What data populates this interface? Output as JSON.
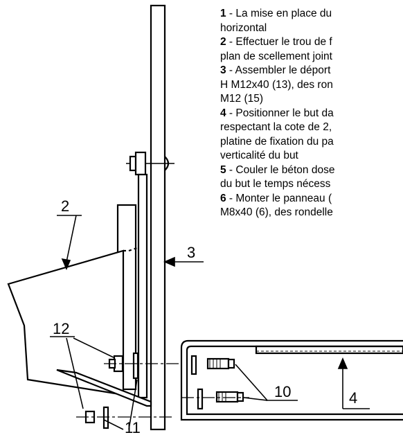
{
  "instructions": [
    {
      "num": "1",
      "lines": [
        " - La mise en place du",
        "horizontal"
      ]
    },
    {
      "num": "2",
      "lines": [
        " - Effectuer le trou de f",
        "plan de scellement joint"
      ]
    },
    {
      "num": "3",
      "lines": [
        " - Assembler le déport",
        "H M12x40 (13), des ron",
        "M12 (15)"
      ]
    },
    {
      "num": "4",
      "lines": [
        " - Positionner le but da",
        "respectant la cote de 2,",
        "platine de fixation du pa",
        "verticalité du but"
      ]
    },
    {
      "num": "5",
      "lines": [
        " - Couler le béton dose",
        "du but le temps nécess"
      ]
    },
    {
      "num": "6",
      "lines": [
        " - Monter le panneau (",
        "M8x40 (6), des rondelle"
      ]
    }
  ],
  "callouts": {
    "c2": "2",
    "c3": "3",
    "c4": "4",
    "c10": "10",
    "c11": "11",
    "c12": "12"
  }
}
